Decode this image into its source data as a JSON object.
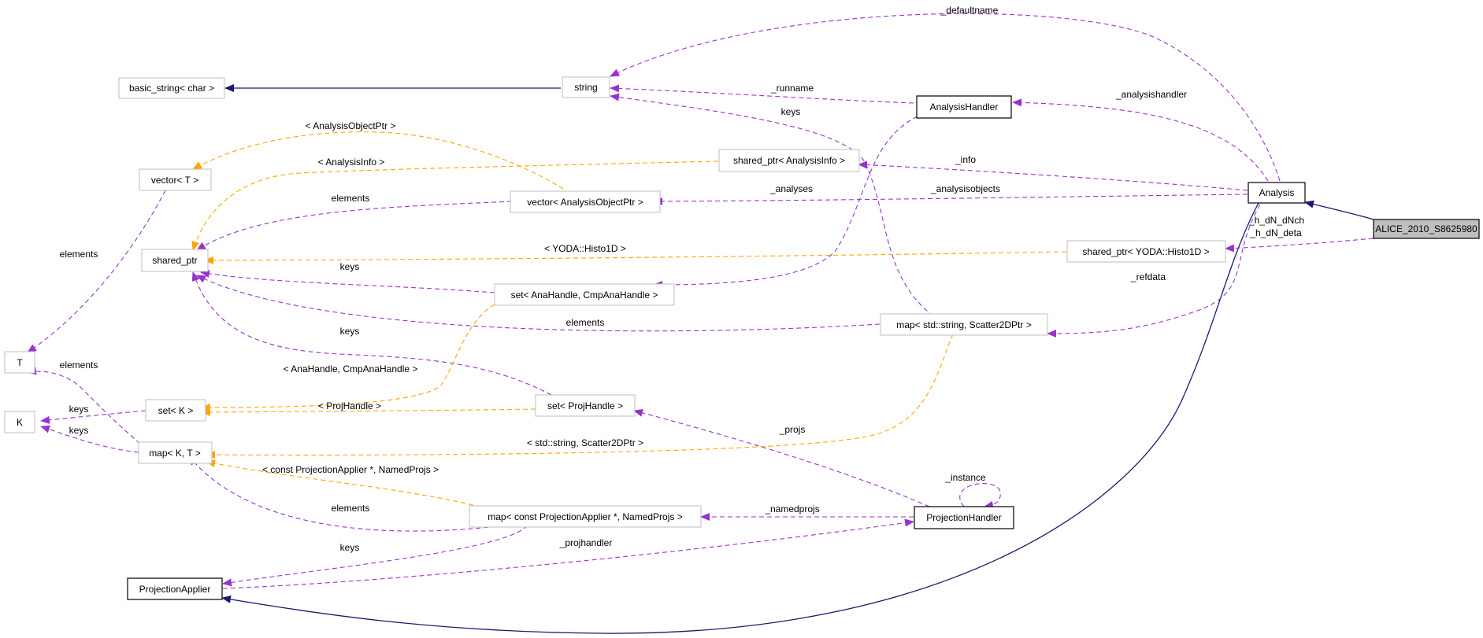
{
  "nodes": {
    "alice": "ALICE_2010_S8625980",
    "analysis": "Analysis",
    "string": "string",
    "basic_string": "basic_string< char >",
    "analysis_handler": "AnalysisHandler",
    "shared_ptr_info": "shared_ptr< AnalysisInfo >",
    "vector_t": "vector< T >",
    "vector_aop": "vector< AnalysisObjectPtr >",
    "shared_ptr": "shared_ptr",
    "shared_ptr_histo": "shared_ptr< YODA::Histo1D >",
    "set_anahandle": "set< AnaHandle, CmpAnaHandle >",
    "map_scatter": "map< std::string, Scatter2DPtr >",
    "t": "T",
    "k": "K",
    "set_k": "set< K >",
    "set_projhandle": "set< ProjHandle >",
    "map_kt": "map< K, T >",
    "map_projapplier": "map< const ProjectionApplier *, NamedProjs >",
    "projection_handler": "ProjectionHandler",
    "projection_applier": "ProjectionApplier"
  },
  "edge_labels": {
    "defaultname": "_defaultname",
    "runname": "_runname",
    "analysishandler": "_analysishandler",
    "keys_string": "keys",
    "analysisobjectptr": "< AnalysisObjectPtr >",
    "analysisinfo": "< AnalysisInfo >",
    "info": "_info",
    "elements_vector_aop": "elements",
    "analyses": "_analyses",
    "analysisobjects": "_analysisobjects",
    "h_dn_dnch": "_h_dN_dNch",
    "h_dn_deta": "_h_dN_deta",
    "elements_vector_t": "elements",
    "yoda_histo1d": "< YODA::Histo1D >",
    "refdata": "_refdata",
    "keys_set_anahandle": "keys",
    "elements_map_scatter": "elements",
    "keys_set_projhandle": "keys",
    "elements_t": "elements",
    "anahandle_cmp": "< AnaHandle, CmpAnaHandle >",
    "keys_k1": "keys",
    "keys_k2": "keys",
    "projhandle": "< ProjHandle >",
    "projs": "_projs",
    "string_scatter": "< std::string, Scatter2DPtr >",
    "instance": "_instance",
    "const_projapplier": "< const ProjectionApplier *, NamedProjs >",
    "elements_map_projapplier": "elements",
    "namedprojs": "_namedprojs",
    "keys_projapplier": "keys",
    "projhandler": "_projhandler"
  },
  "colors": {
    "purple": "#9a32cd",
    "orange": "#ffa500",
    "navy": "#191970",
    "focus_fill": "#bfbfbf",
    "grey_border": "#bfbfbf"
  }
}
